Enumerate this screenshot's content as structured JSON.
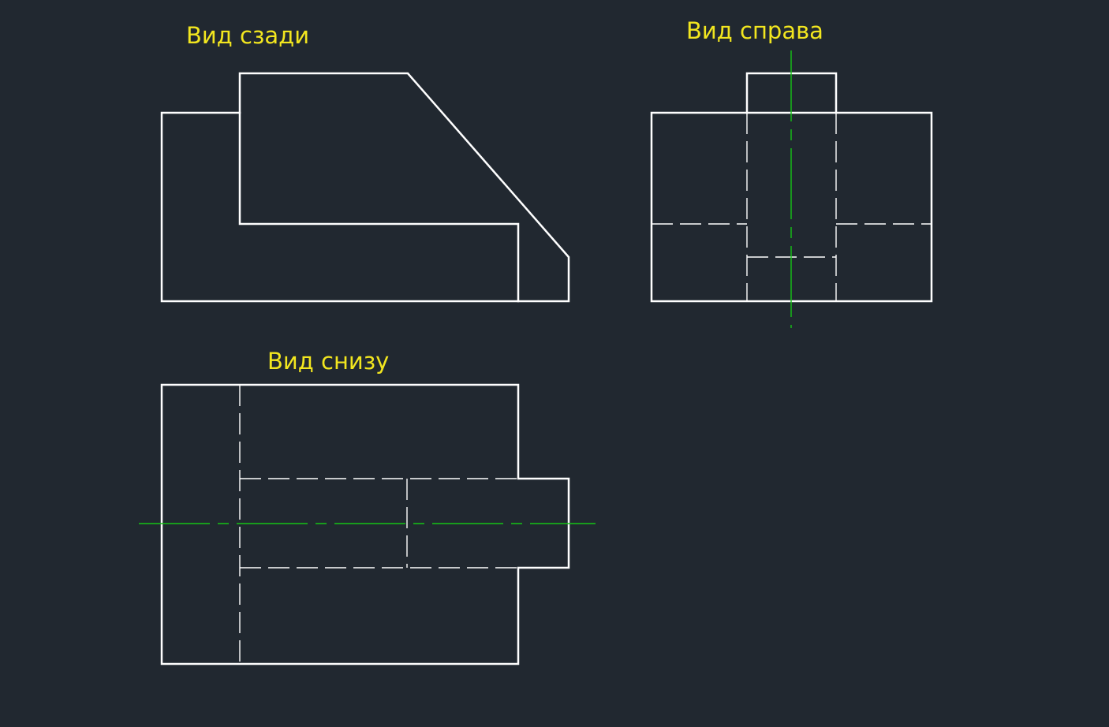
{
  "views": {
    "back": {
      "label": "Вид сзади"
    },
    "right": {
      "label": "Вид справа"
    },
    "bottom": {
      "label": "Вид снизу"
    }
  },
  "colors": {
    "background": "#212830",
    "outline": "#ffffff",
    "hidden_line": "#ffffff",
    "center_line": "#16c416",
    "label": "#f2e61f"
  }
}
